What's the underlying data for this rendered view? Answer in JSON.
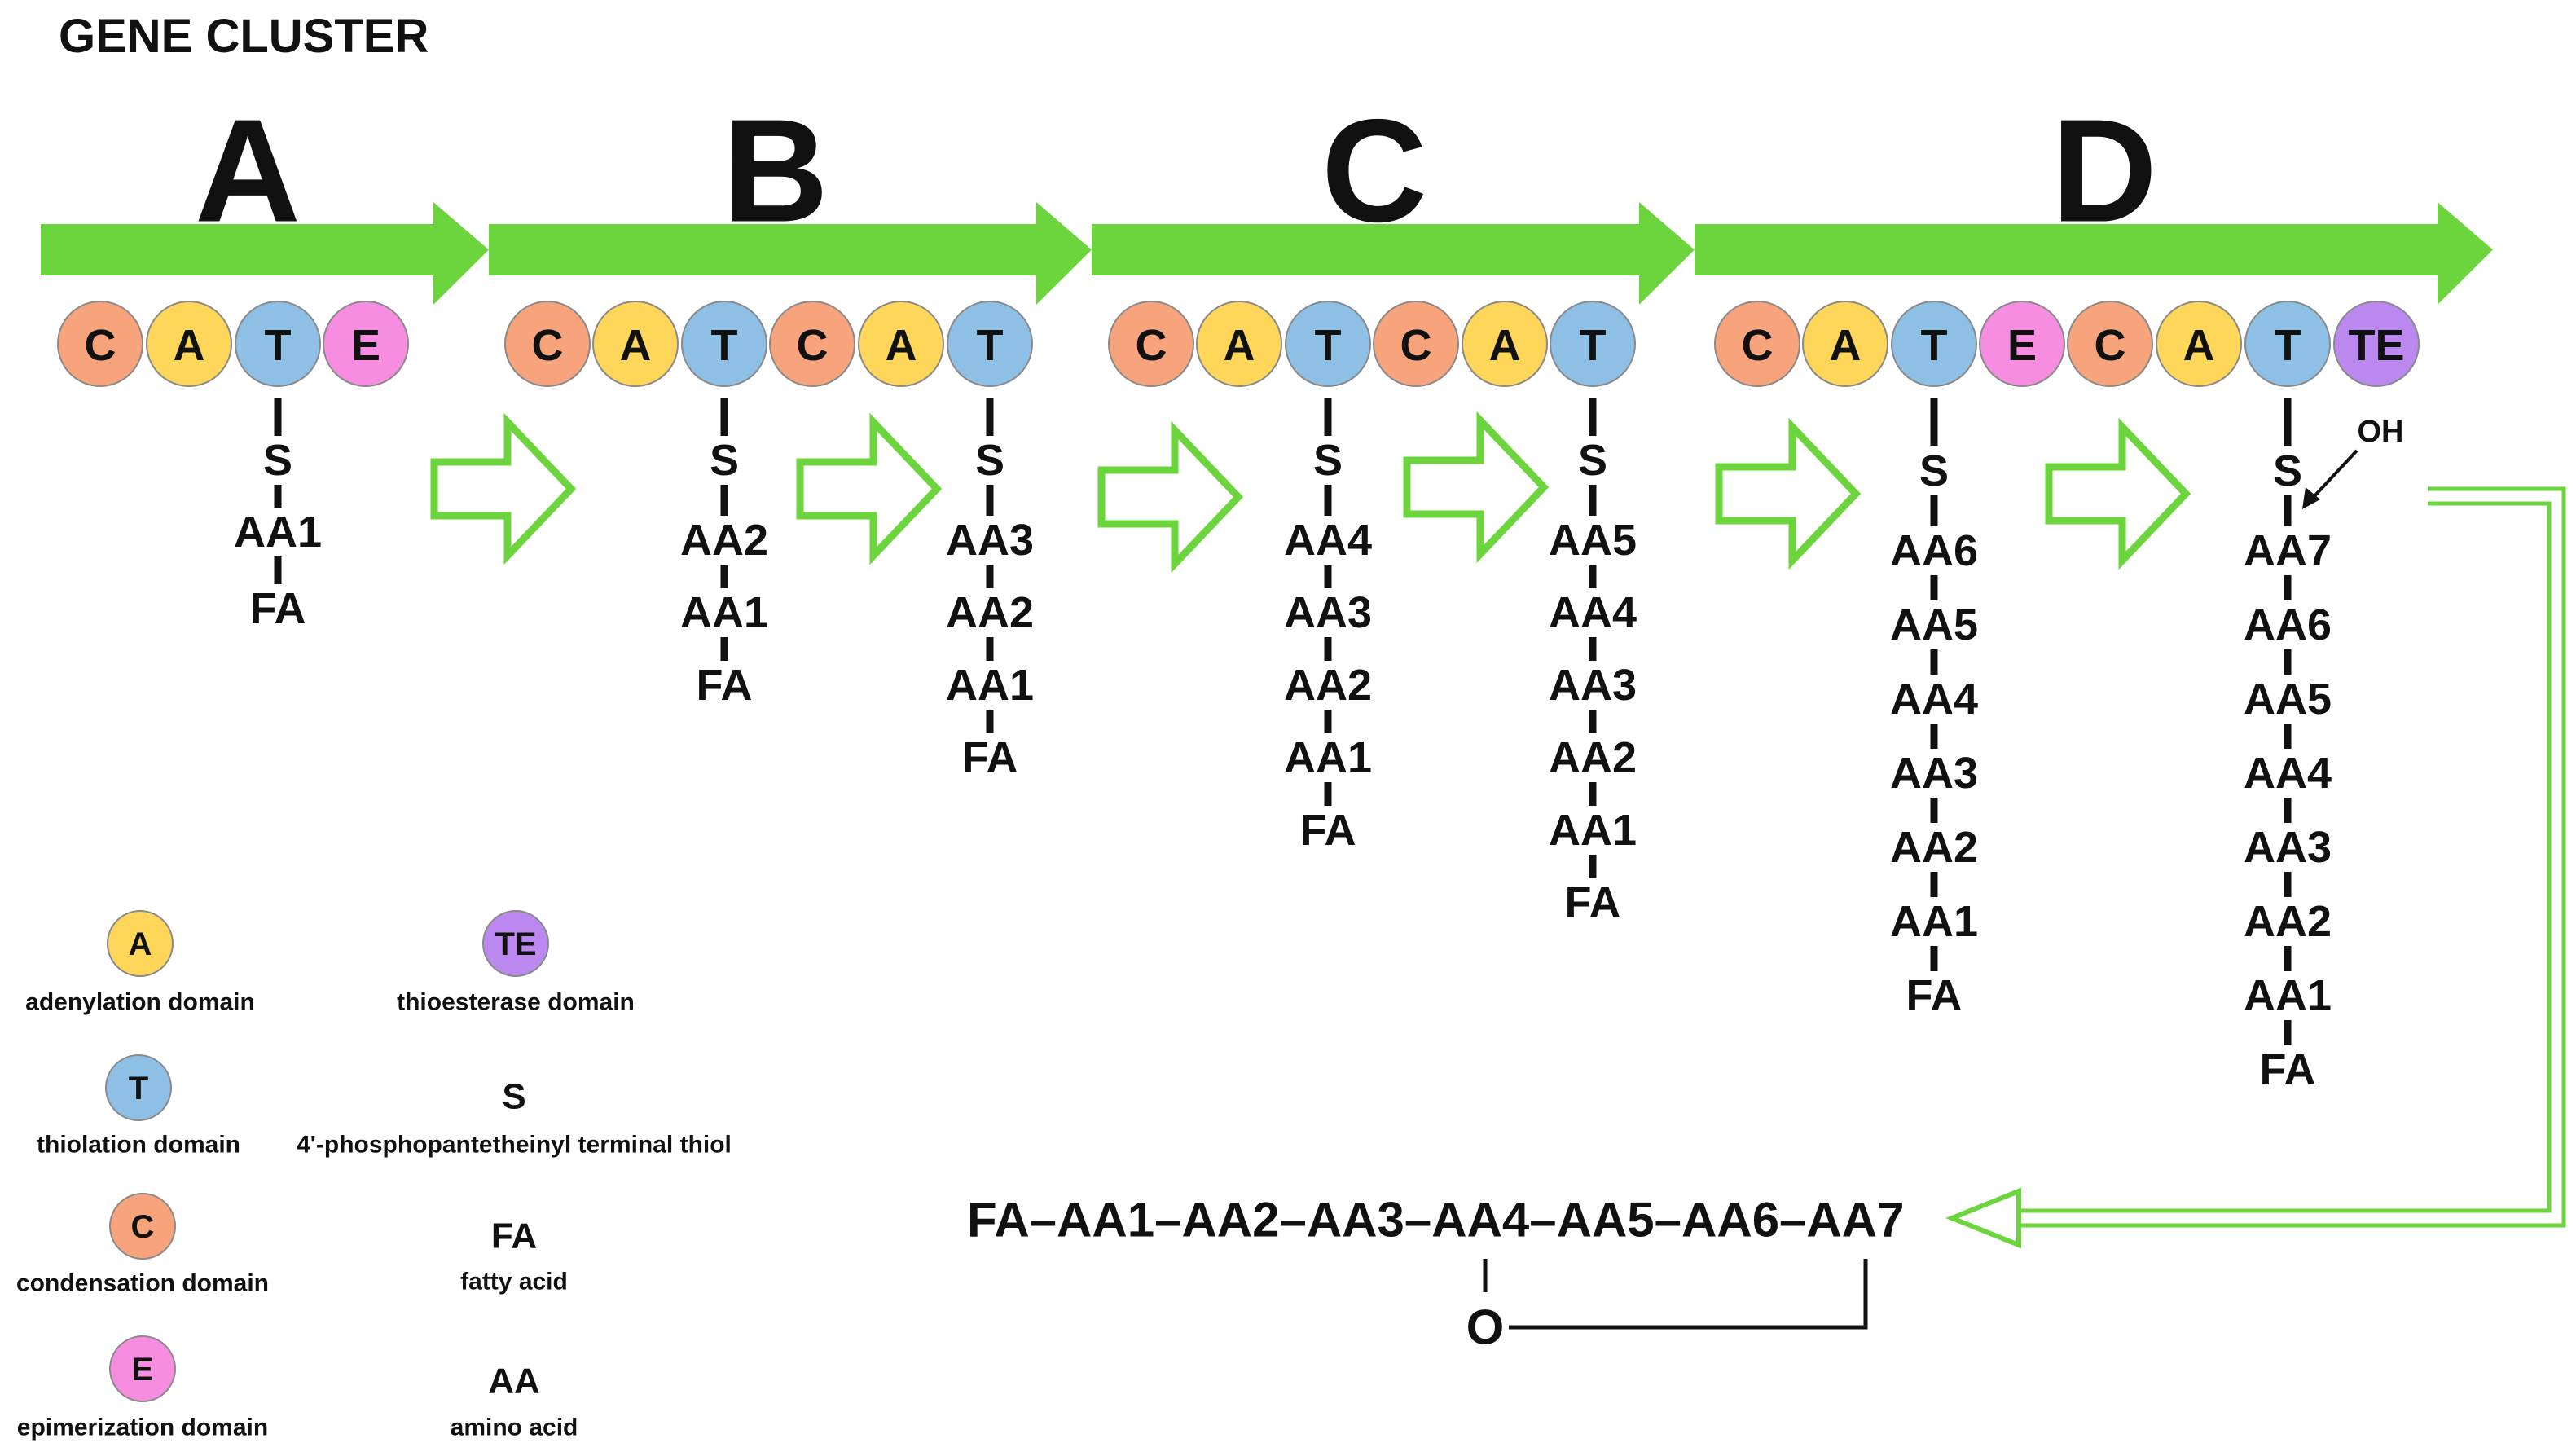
{
  "title": "GENE CLUSTER",
  "colors": {
    "arrow": "#6cd53e",
    "C": "#f7a47c",
    "A": "#fdd65a",
    "T": "#8ebfe4",
    "E": "#f68de0",
    "TE": "#bb88ef",
    "stroke": "#8a8a8a",
    "line": "#111111"
  },
  "modules": [
    {
      "label": "A",
      "domains": [
        "C",
        "A",
        "T",
        "E"
      ],
      "chains": [
        [
          "S",
          "AA1",
          "FA"
        ]
      ]
    },
    {
      "label": "B",
      "domains": [
        "C",
        "A",
        "T",
        "C",
        "A",
        "T"
      ],
      "chains": [
        [
          "S",
          "AA2",
          "AA1",
          "FA"
        ],
        [
          "S",
          "AA3",
          "AA2",
          "AA1",
          "FA"
        ]
      ]
    },
    {
      "label": "C",
      "domains": [
        "C",
        "A",
        "T",
        "C",
        "A",
        "T"
      ],
      "chains": [
        [
          "S",
          "AA4",
          "AA3",
          "AA2",
          "AA1",
          "FA"
        ],
        [
          "S",
          "AA5",
          "AA4",
          "AA3",
          "AA2",
          "AA1",
          "FA"
        ]
      ]
    },
    {
      "label": "D",
      "domains": [
        "C",
        "A",
        "T",
        "E",
        "C",
        "A",
        "T",
        "TE"
      ],
      "chains": [
        [
          "S",
          "AA6",
          "AA5",
          "AA4",
          "AA3",
          "AA2",
          "AA1",
          "FA"
        ],
        [
          "S",
          "AA7",
          "AA6",
          "AA5",
          "AA4",
          "AA3",
          "AA2",
          "AA1",
          "FA"
        ]
      ]
    }
  ],
  "oh_label": "OH",
  "legend": [
    {
      "symbol": "A",
      "kind": "circle",
      "description": "adenylation domain"
    },
    {
      "symbol": "TE",
      "kind": "circle",
      "description": "thioesterase domain"
    },
    {
      "symbol": "T",
      "kind": "circle",
      "description": "thiolation domain"
    },
    {
      "symbol": "S",
      "kind": "text",
      "description": "4'-phosphopantetheinyl terminal thiol"
    },
    {
      "symbol": "C",
      "kind": "circle",
      "description": "condensation domain"
    },
    {
      "symbol": "FA",
      "kind": "text",
      "description": "fatty acid"
    },
    {
      "symbol": "E",
      "kind": "circle",
      "description": "epimerization domain"
    },
    {
      "symbol": "AA",
      "kind": "text",
      "description": "amino acid"
    }
  ],
  "product": {
    "sequence": "FA–AA1–AA2–AA3–AA4–AA5–AA6–AA7",
    "ring_atom": "O"
  }
}
